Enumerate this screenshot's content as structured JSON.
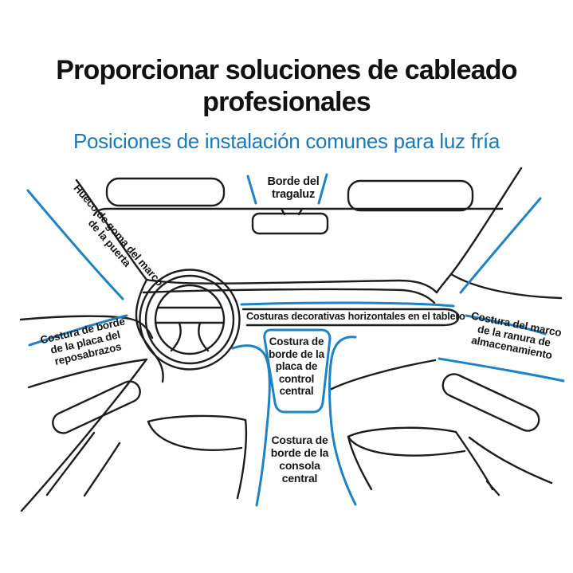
{
  "header": {
    "title": "Proporcionar soluciones de cableado\nprofesionales",
    "subtitle": "Posiciones de instalación comunes para luz fría"
  },
  "colors": {
    "title_black": "#111111",
    "subtitle_blue": "#1a79b8",
    "highlight_blue": "#1e82c4",
    "outline_black": "#1d1d1d"
  },
  "diagram": {
    "description": "Interior de coche visto desde los asientos traseros con posiciones de instalación de luz fría resaltadas en azul",
    "labels": {
      "door_frame_rubber": "Hueco de goma del marco\nde la puerta",
      "skylight_edge": "Borde del\ntragaluz",
      "dashboard_seams": "Costuras decorativas horizontales en el tablero",
      "armrest_plate": "Costura de borde\nde la placa del\nreposabrazos",
      "control_panel": "Costura de\nborde de la\nplaca de\ncontrol\ncentral",
      "storage_slot": "Costura del marco\nde la ranura de\nalmacenamiento",
      "center_console": "Costura de\nborde de la\nconsola\ncentral"
    }
  }
}
